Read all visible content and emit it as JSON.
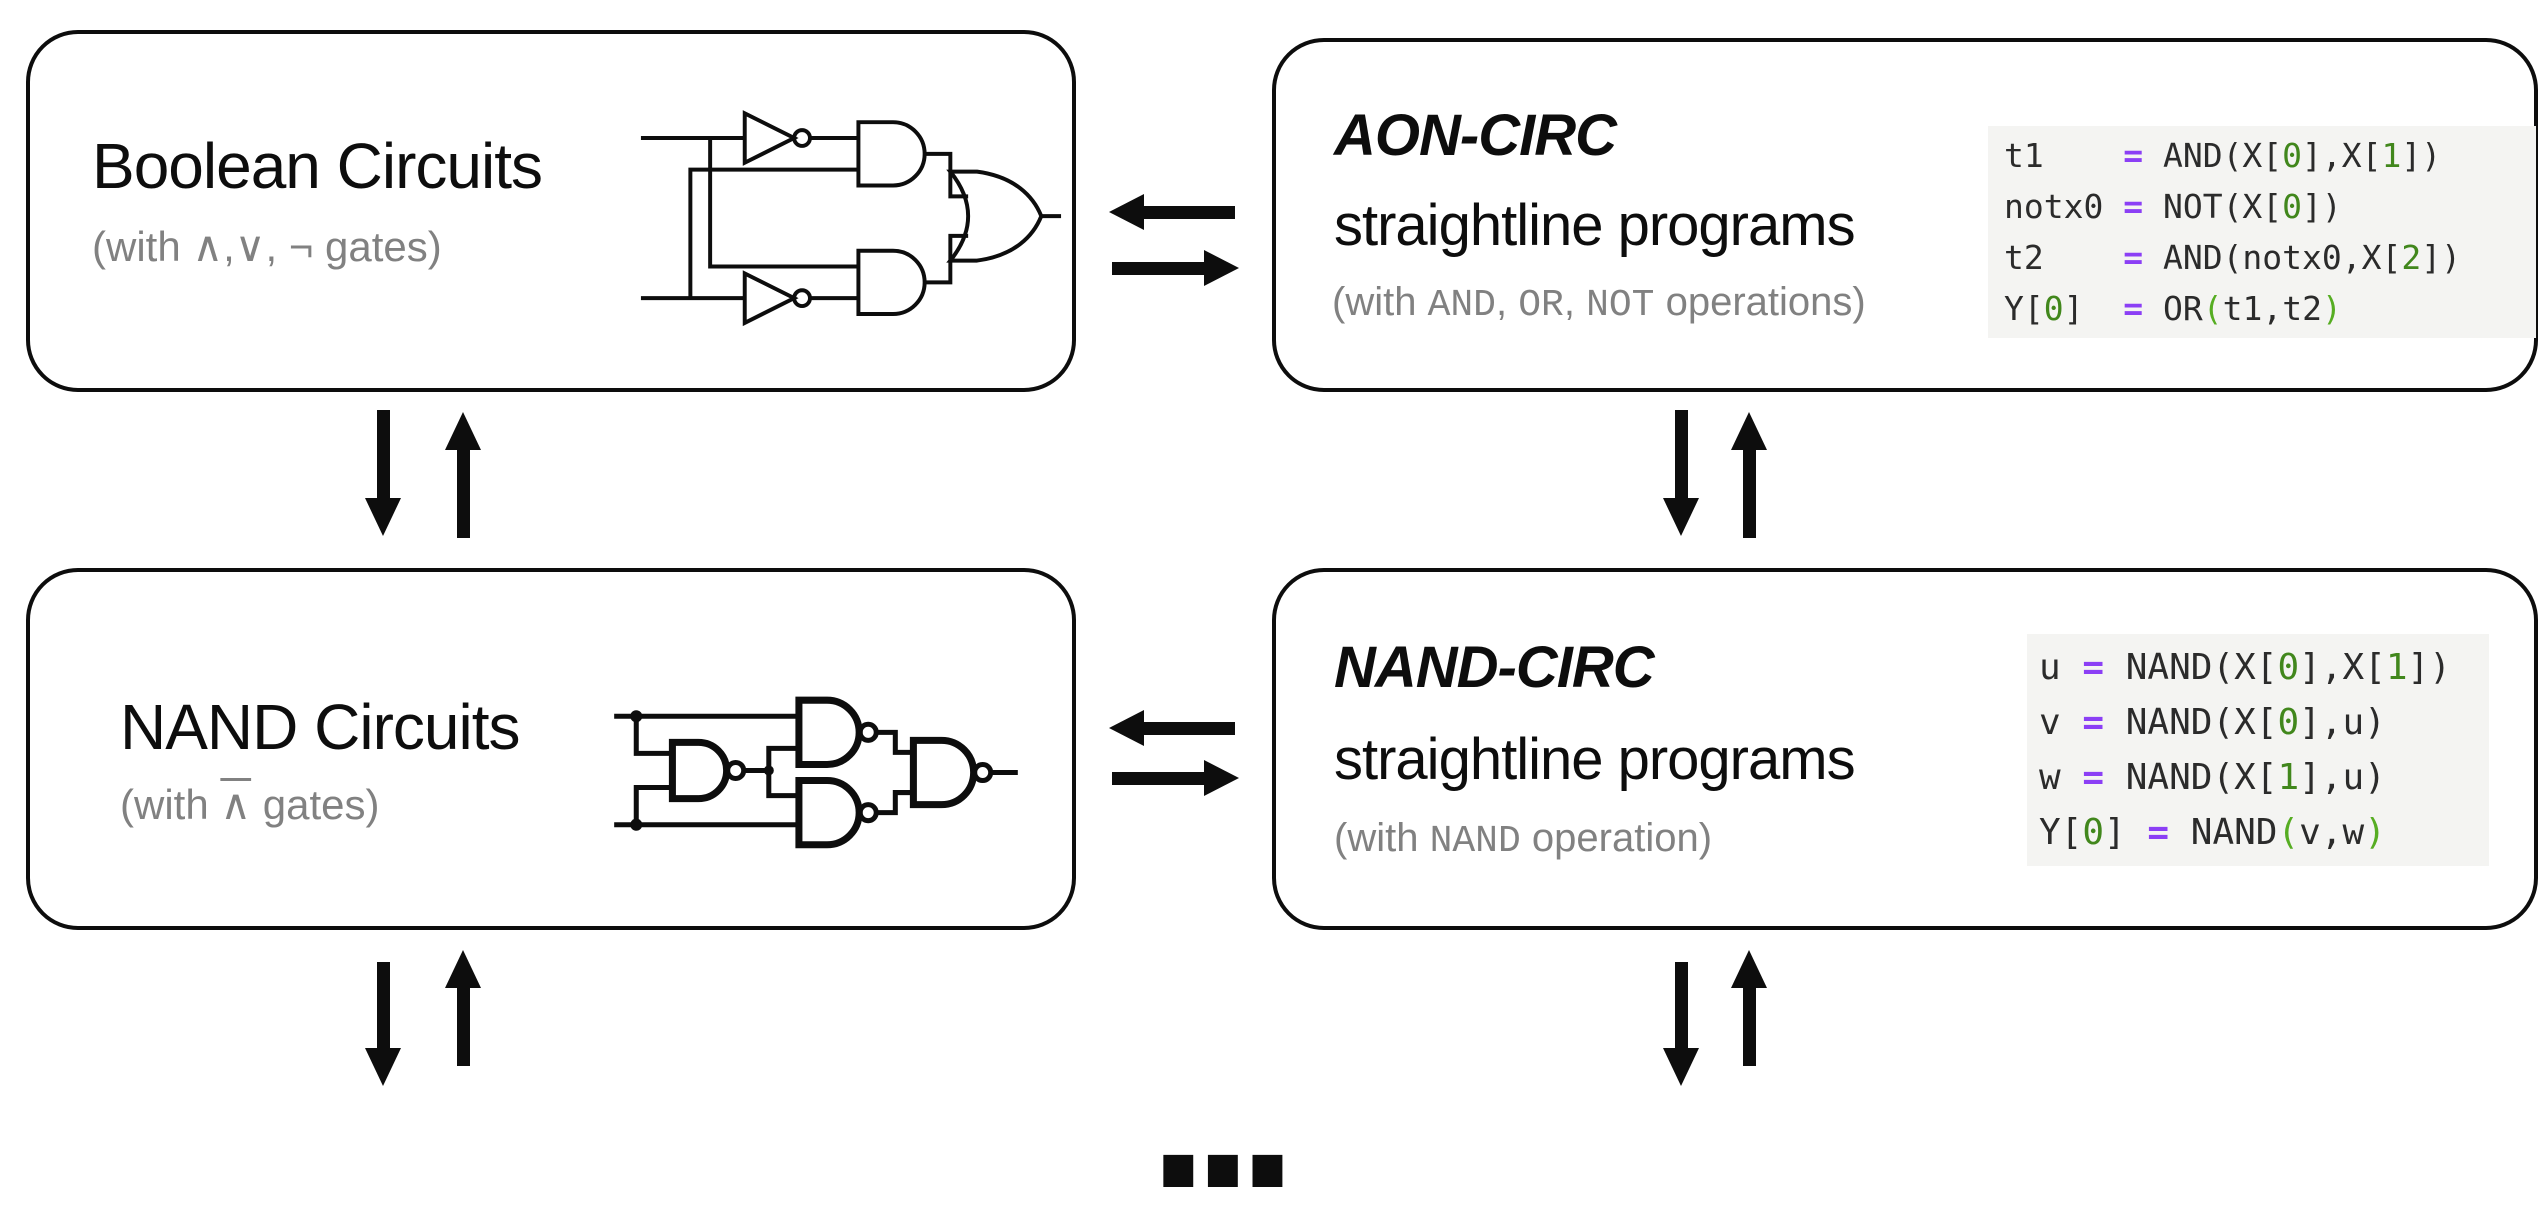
{
  "colors": {
    "ink": "#0d0d0d",
    "gray": "#818181",
    "codebg": "#f4f4f2",
    "codetext": "#2b2b2b",
    "purple": "#8b3ff5",
    "green": "#41871c",
    "greenb": "#56ad22"
  },
  "boxes": {
    "boolean": {
      "title": "Boolean Circuits",
      "subtitle_parts": [
        {
          "t": "(with ∧,∨, ¬ gates)",
          "c": ""
        }
      ]
    },
    "aon": {
      "title_line1": "AON-CIRC",
      "title_line2": "straightline programs",
      "subtitle_parts": [
        {
          "t": "(with ",
          "c": ""
        },
        {
          "t": "AND",
          "c": "mono"
        },
        {
          "t": ", ",
          "c": ""
        },
        {
          "t": "OR",
          "c": "mono"
        },
        {
          "t": ", ",
          "c": ""
        },
        {
          "t": "NOT",
          "c": "mono"
        },
        {
          "t": " operations)",
          "c": ""
        }
      ],
      "code_lines": [
        [
          {
            "t": "t1    ",
            "c": "d"
          },
          {
            "t": "=",
            "c": "o"
          },
          {
            "t": " AND(X[",
            "c": "d"
          },
          {
            "t": "0",
            "c": "g"
          },
          {
            "t": "],X[",
            "c": "d"
          },
          {
            "t": "1",
            "c": "g"
          },
          {
            "t": "])",
            "c": "d"
          }
        ],
        [
          {
            "t": "notx0 ",
            "c": "d"
          },
          {
            "t": "=",
            "c": "o"
          },
          {
            "t": " NOT(X[",
            "c": "d"
          },
          {
            "t": "0",
            "c": "g"
          },
          {
            "t": "])",
            "c": "d"
          }
        ],
        [
          {
            "t": "t2    ",
            "c": "d"
          },
          {
            "t": "=",
            "c": "o"
          },
          {
            "t": " AND(notx0,X[",
            "c": "d"
          },
          {
            "t": "2",
            "c": "g"
          },
          {
            "t": "])",
            "c": "d"
          }
        ],
        [
          {
            "t": "Y[",
            "c": "d"
          },
          {
            "t": "0",
            "c": "g"
          },
          {
            "t": "]  ",
            "c": "d"
          },
          {
            "t": "=",
            "c": "o"
          },
          {
            "t": " OR",
            "c": "d"
          },
          {
            "t": "(",
            "c": "b"
          },
          {
            "t": "t1,t2",
            "c": "d"
          },
          {
            "t": ")",
            "c": "b"
          }
        ]
      ]
    },
    "nand": {
      "title": "NAND Circuits",
      "subtitle_parts": [
        {
          "t": "(with ",
          "c": ""
        },
        {
          "t": "∧",
          "c": "ov"
        },
        {
          "t": " gates)",
          "c": ""
        }
      ]
    },
    "nandcirc": {
      "title_line1": "NAND-CIRC",
      "title_line2": "straightline programs",
      "subtitle_parts": [
        {
          "t": "(with ",
          "c": ""
        },
        {
          "t": "NAND",
          "c": "mono"
        },
        {
          "t": " operation)",
          "c": ""
        }
      ],
      "code_lines": [
        [
          {
            "t": "u ",
            "c": "d"
          },
          {
            "t": "=",
            "c": "o"
          },
          {
            "t": " NAND(X[",
            "c": "d"
          },
          {
            "t": "0",
            "c": "g"
          },
          {
            "t": "],X[",
            "c": "d"
          },
          {
            "t": "1",
            "c": "g"
          },
          {
            "t": "])",
            "c": "d"
          }
        ],
        [
          {
            "t": "v ",
            "c": "d"
          },
          {
            "t": "=",
            "c": "o"
          },
          {
            "t": " NAND(X[",
            "c": "d"
          },
          {
            "t": "0",
            "c": "g"
          },
          {
            "t": "],u)",
            "c": "d"
          }
        ],
        [
          {
            "t": "w ",
            "c": "d"
          },
          {
            "t": "=",
            "c": "o"
          },
          {
            "t": " NAND(X[",
            "c": "d"
          },
          {
            "t": "1",
            "c": "g"
          },
          {
            "t": "],u)",
            "c": "d"
          }
        ],
        [
          {
            "t": "Y[",
            "c": "d"
          },
          {
            "t": "0",
            "c": "g"
          },
          {
            "t": "] ",
            "c": "d"
          },
          {
            "t": "=",
            "c": "o"
          },
          {
            "t": " NAND",
            "c": "d"
          },
          {
            "t": "(",
            "c": "b"
          },
          {
            "t": "v,w",
            "c": "d"
          },
          {
            "t": ")",
            "c": "b"
          }
        ]
      ]
    }
  },
  "icons": {
    "arrow-left-icon": "←",
    "arrow-right-icon": "→",
    "arrow-up-icon": "↑",
    "arrow-down-icon": "↓",
    "boolean-circuit-icon": "AND/OR/NOT gate schematic",
    "nand-circuit-icon": "NAND gate schematic"
  },
  "footer": {
    "ellipsis": "..."
  }
}
